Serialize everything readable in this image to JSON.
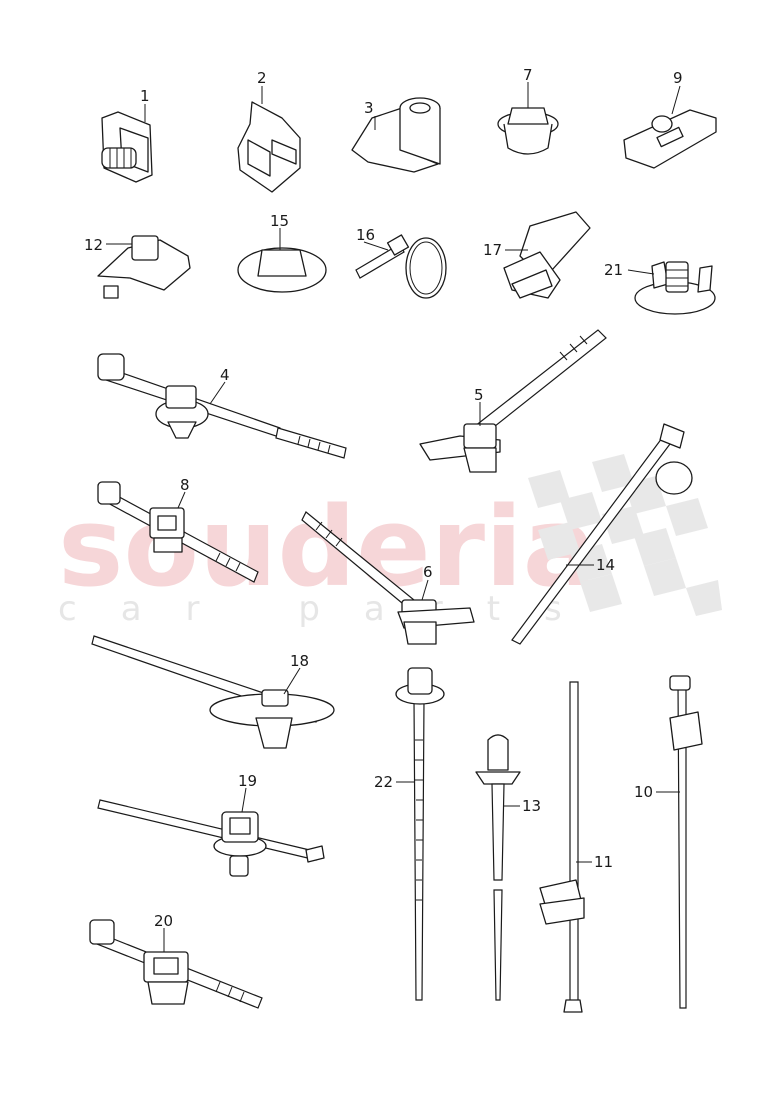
{
  "watermark": {
    "brand": "souderia",
    "tagline": "car parts"
  },
  "callouts": [
    "1",
    "2",
    "3",
    "7",
    "9",
    "12",
    "15",
    "16",
    "17",
    "21",
    "4",
    "5",
    "8",
    "14",
    "6",
    "18",
    "22",
    "13",
    "11",
    "10",
    "19",
    "20"
  ]
}
